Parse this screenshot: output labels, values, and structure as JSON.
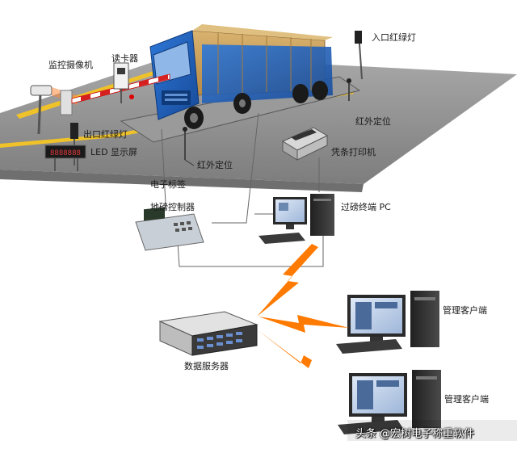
{
  "labels": {
    "entry_light": "入口红绿灯",
    "camera": "监控摄像机",
    "card_reader": "读卡器",
    "exit_light": "出口红绿灯",
    "led_screen": "LED 显示屏",
    "infrared_right": "红外定位",
    "infrared_mid": "红外定位",
    "rfid_tag": "电子标签",
    "receipt_printer": "凭条打印机",
    "scale_controller": "地磅控制器",
    "terminal_pc": "过磅终端 PC",
    "client_1": "管理客户端",
    "client_2": "管理客户端",
    "data_server": "数据服务器"
  },
  "watermark": "头条 @宏树电子称重软件",
  "colors": {
    "truck_blue": "#1f5fbf",
    "cargo_tan": "#c9a060",
    "road_grey": "#8f8f8f",
    "lightning": "#ff7a00"
  }
}
